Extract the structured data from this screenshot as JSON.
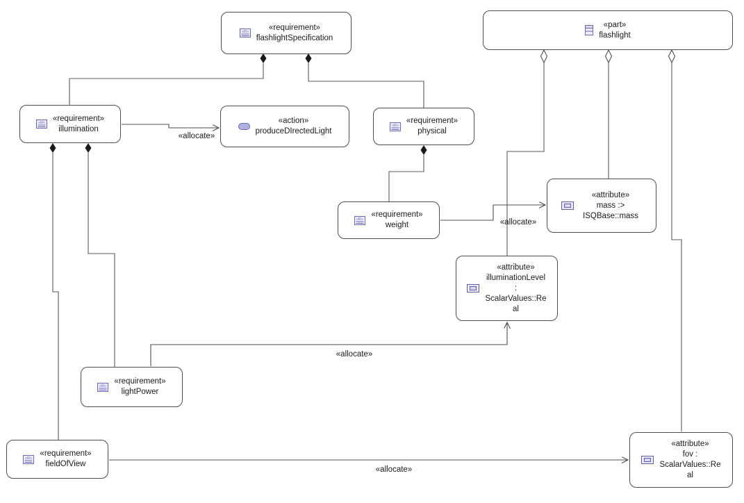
{
  "diagram": {
    "type": "sysml-block-diagram",
    "nodes": [
      {
        "id": "flashlightSpecification",
        "kind": "requirement",
        "stereotype": "«requirement»",
        "name": "flashlightSpecification"
      },
      {
        "id": "flashlight",
        "kind": "part",
        "stereotype": "«part»",
        "name": "flashlight"
      },
      {
        "id": "illumination",
        "kind": "requirement",
        "stereotype": "«requirement»",
        "name": "illumination"
      },
      {
        "id": "produceDIrectedLight",
        "kind": "action",
        "stereotype": "«action»",
        "name": "produceDIrectedLight"
      },
      {
        "id": "physical",
        "kind": "requirement",
        "stereotype": "«requirement»",
        "name": "physical"
      },
      {
        "id": "weight",
        "kind": "requirement",
        "stereotype": "«requirement»",
        "name": "weight"
      },
      {
        "id": "mass",
        "kind": "attribute",
        "stereotype": "«attribute»",
        "name": "mass :> ISQBase::mass"
      },
      {
        "id": "illuminationLevel",
        "kind": "attribute",
        "stereotype": "«attribute»",
        "name": "illuminationLevel : ScalarValues::Real"
      },
      {
        "id": "lightPower",
        "kind": "requirement",
        "stereotype": "«requirement»",
        "name": "lightPower"
      },
      {
        "id": "fieldOfView",
        "kind": "requirement",
        "stereotype": "«requirement»",
        "name": "fieldOfView"
      },
      {
        "id": "fov",
        "kind": "attribute",
        "stereotype": "«attribute»",
        "name": "fov : ScalarValues::Real"
      }
    ],
    "edges": [
      {
        "from": "flashlightSpecification",
        "to": "illumination",
        "type": "composition"
      },
      {
        "from": "flashlightSpecification",
        "to": "physical",
        "type": "composition"
      },
      {
        "from": "illumination",
        "to": "lightPower",
        "type": "composition"
      },
      {
        "from": "illumination",
        "to": "fieldOfView",
        "type": "composition"
      },
      {
        "from": "physical",
        "to": "weight",
        "type": "composition"
      },
      {
        "from": "flashlight",
        "to": "illuminationLevel",
        "type": "aggregation"
      },
      {
        "from": "flashlight",
        "to": "mass",
        "type": "aggregation"
      },
      {
        "from": "flashlight",
        "to": "fov",
        "type": "aggregation"
      },
      {
        "from": "illumination",
        "to": "produceDIrectedLight",
        "type": "allocate",
        "label": "«allocate»"
      },
      {
        "from": "weight",
        "to": "mass",
        "type": "allocate",
        "label": "«allocate»"
      },
      {
        "from": "lightPower",
        "to": "illuminationLevel",
        "type": "allocate",
        "label": "«allocate»"
      },
      {
        "from": "fieldOfView",
        "to": "fov",
        "type": "allocate",
        "label": "«allocate»"
      }
    ],
    "colors": {
      "background": "#ffffff",
      "node_border": "#4d4d4d",
      "edge_line": "#595959",
      "composition_diamond": "#1a1a1a",
      "aggregation_diamond_fill": "#ffffff",
      "icon_border": "#6b6bb4",
      "icon_fill_light": "#ecebfa",
      "icon_fill_medium": "#b0b0e0",
      "text": "#1a1a1a"
    }
  }
}
